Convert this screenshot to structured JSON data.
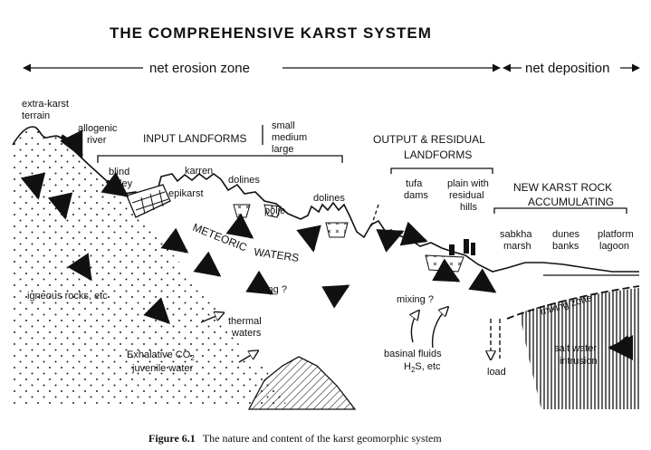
{
  "title": "THE COMPREHENSIVE KARST SYSTEM",
  "zones": {
    "erosion": "net erosion zone",
    "deposition": "net deposition"
  },
  "headings": {
    "input": "INPUT LANDFORMS",
    "output_1": "OUTPUT & RESIDUAL",
    "output_2": "LANDFORMS",
    "new_karst_1": "NEW KARST ROCK",
    "new_karst_2": "ACCUMULATING"
  },
  "labels": {
    "extra_karst_1": "extra-karst",
    "extra_karst_2": "terrain",
    "allogenic_1": "allogenic",
    "allogenic_2": "river",
    "scale_small": "small",
    "scale_medium": "medium",
    "scale_large": "large",
    "blind_1": "blind",
    "blind_2": "valley",
    "karren": "karren",
    "dolines_1": "dolines",
    "epikarst": "epikarst",
    "polje": "polje",
    "dolines_2": "dolines",
    "meteoric_1": "METEORIC",
    "meteoric_2": "WATERS",
    "tufa_1": "tufa",
    "tufa_2": "dams",
    "plain_1": "plain with",
    "plain_2": "residual",
    "plain_3": "hills",
    "sabkha_1": "sabkha",
    "sabkha_2": "marsh",
    "dunes_1": "dunes",
    "dunes_2": "banks",
    "platform_1": "platform",
    "platform_2": "lagoon",
    "igneous": "igneous rocks, etc",
    "mixing_1": "mixing ?",
    "mixing_2": "mixing ?",
    "thermal_1": "thermal",
    "thermal_2": "waters",
    "exhalative": "Exhalative CO",
    "exhalative_sub": "2",
    "juvenile": "juvenile water",
    "basinal_1": "basinal fluids",
    "basinal_2": "H",
    "basinal_2_sub": "2",
    "basinal_2_rest": "S, etc",
    "load": "load",
    "mixing_zone": "mixing zone",
    "saltwater_1": "salt water",
    "saltwater_2": "intrusion"
  },
  "caption": {
    "figure": "Figure 6.1",
    "text": "The nature and content of the karst geomorphic system"
  }
}
